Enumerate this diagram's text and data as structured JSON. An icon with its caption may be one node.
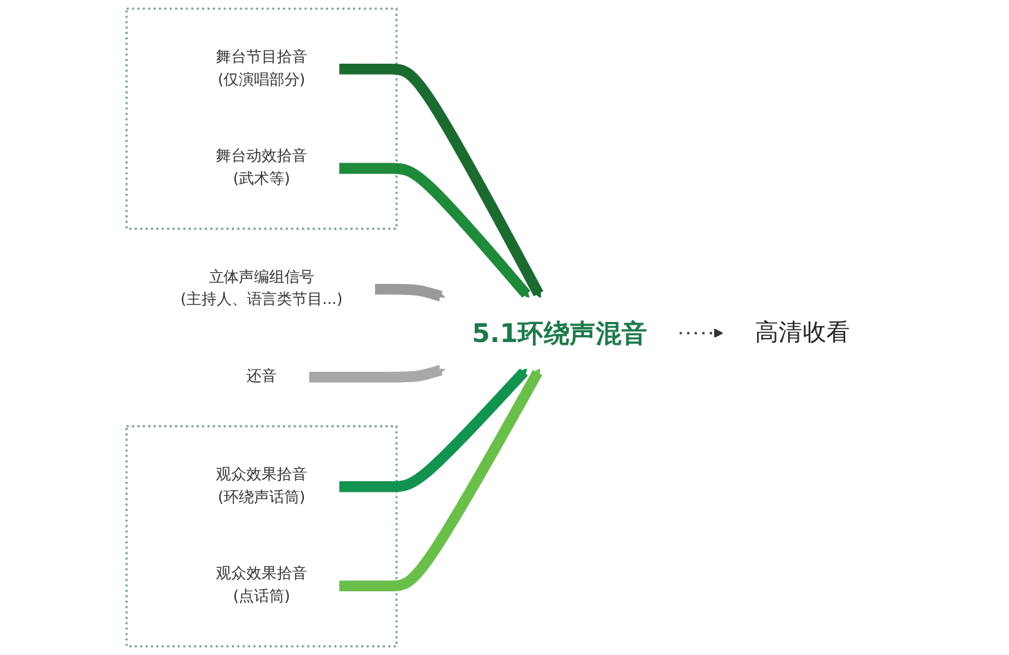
{
  "diagram": {
    "nodes": [
      {
        "text": [
          "立体声编组信号",
          "(主持人、语言类节目...)"
        ]
      },
      {
        "text": [],
        "shape": "box"
      },
      {
        "text": [
          "舞台节目拾音",
          "(仅演唱部分)"
        ],
        "in": 1
      },
      {
        "text": [],
        "shape": "box"
      },
      {
        "text": [
          "观众效果拾音",
          "(环绕声话筒)"
        ],
        "in": 3
      },
      {
        "text": [
          "舞台动效拾音",
          "(武术等)"
        ],
        "in": 1
      },
      {
        "text": [
          "观众效果拾音",
          "(点话筒)"
        ],
        "in": 3
      },
      {
        "text": [
          "还音"
        ]
      },
      {
        "text": [
          "5.1环绕声混音"
        ]
      },
      {
        "text": [
          "高清收看"
        ]
      }
    ],
    "edges": [
      {
        "from": 0,
        "to": 8,
        "arrow": "to",
        "color": "#9a9a9a"
      },
      {
        "from": 2,
        "to": 8,
        "arrow": "to",
        "color": "#1b6b30"
      },
      {
        "from": 4,
        "to": 8,
        "arrow": "to",
        "color": "#139350"
      },
      {
        "from": 5,
        "to": 8,
        "arrow": "to",
        "color": "#1f8a3a"
      },
      {
        "from": 6,
        "to": 8,
        "arrow": "to",
        "color": "#6abf4b"
      },
      {
        "from": 7,
        "to": 8,
        "arrow": "to",
        "color": "#a8a8a8"
      },
      {
        "from": 8,
        "to": 9,
        "arrow": "to",
        "style": "dashed",
        "color": "#333333"
      }
    ]
  }
}
